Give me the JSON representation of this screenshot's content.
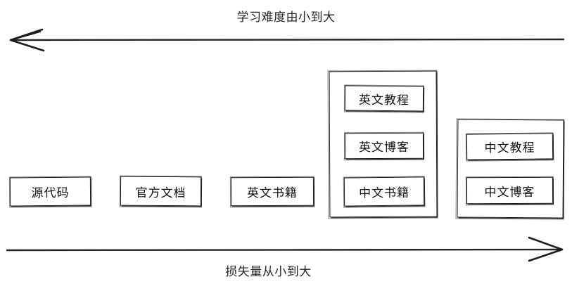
{
  "diagram": {
    "title_top": "学习难度由小到大",
    "title_bottom": "损失量从小到大",
    "axes": [
      {
        "name": "difficulty-axis",
        "label": "学习难度由小到大",
        "direction": "left",
        "position": "top"
      },
      {
        "name": "loss-axis",
        "label": "损失量从小到大",
        "direction": "right",
        "position": "bottom"
      }
    ],
    "nodes": [
      {
        "id": "source-code",
        "label": "源代码"
      },
      {
        "id": "official-docs",
        "label": "官方文档"
      },
      {
        "id": "english-books",
        "label": "英文书籍"
      }
    ],
    "groups": [
      {
        "id": "group-english",
        "items": [
          {
            "id": "english-tutorial",
            "label": "英文教程"
          },
          {
            "id": "english-blog",
            "label": "英文博客"
          },
          {
            "id": "chinese-books",
            "label": "中文书籍"
          }
        ]
      },
      {
        "id": "group-chinese",
        "items": [
          {
            "id": "chinese-tutorial",
            "label": "中文教程"
          },
          {
            "id": "chinese-blog",
            "label": "中文博客"
          }
        ]
      }
    ],
    "colors": {
      "stroke": "#1a1a1a",
      "text": "#111111",
      "background": "#ffffff"
    }
  }
}
